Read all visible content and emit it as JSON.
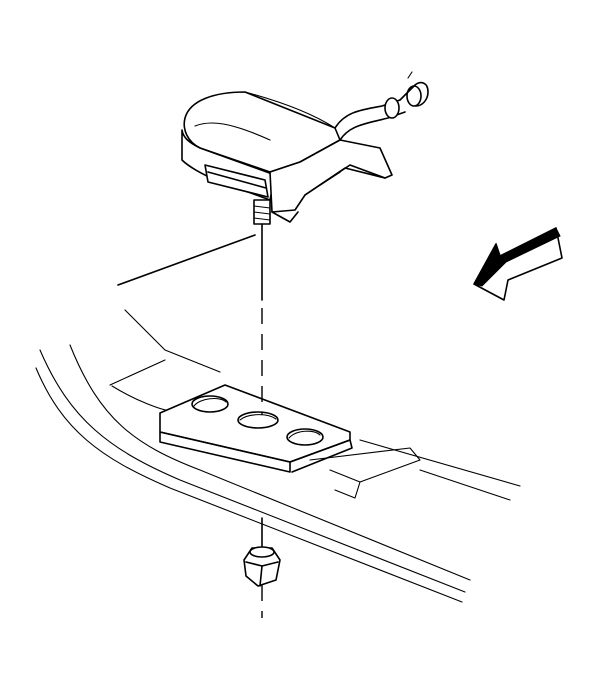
{
  "diagram": {
    "parts": [
      "module",
      "wire-connector",
      "mounting-stud",
      "bracket",
      "crossmember",
      "nut",
      "direction-arrow",
      "callout-leader"
    ],
    "colors": {
      "ink": "#000000",
      "background": "#ffffff"
    }
  }
}
